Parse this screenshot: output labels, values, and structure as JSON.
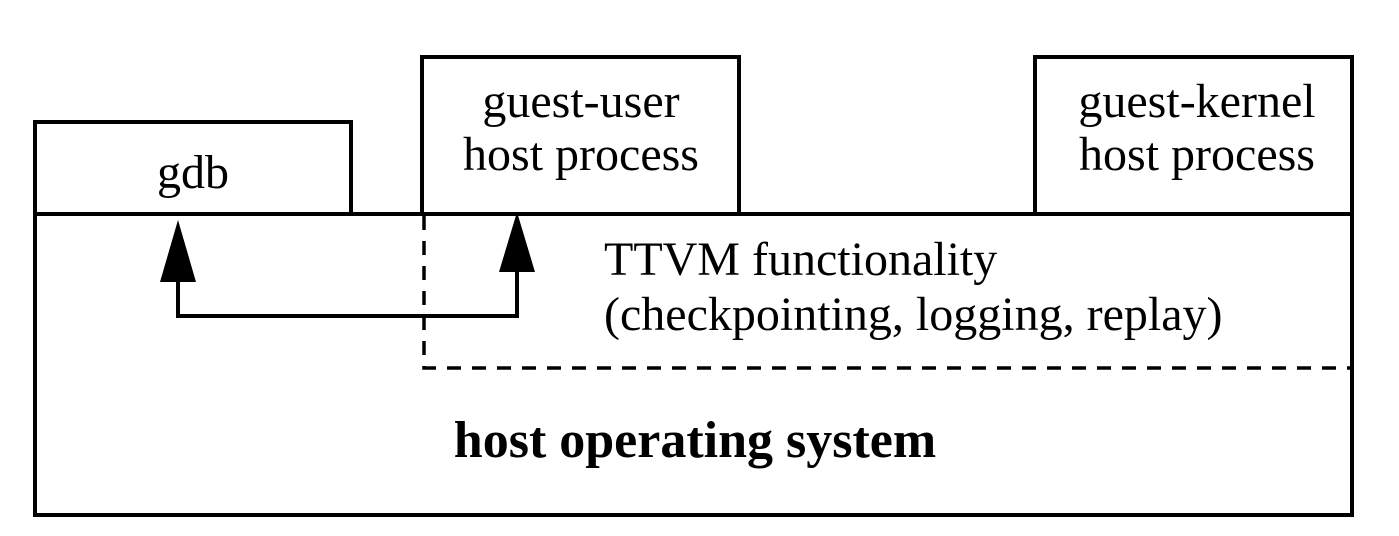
{
  "diagram": {
    "gdb": {
      "label": "gdb"
    },
    "guest_user": {
      "line1": "guest-user",
      "line2": "host process"
    },
    "guest_kernel": {
      "line1": "guest-kernel",
      "line2": "host process"
    },
    "ttvm": {
      "line1": "TTVM functionality",
      "line2": "(checkpointing, logging, replay)"
    },
    "host_os": {
      "label": "host operating system"
    }
  }
}
